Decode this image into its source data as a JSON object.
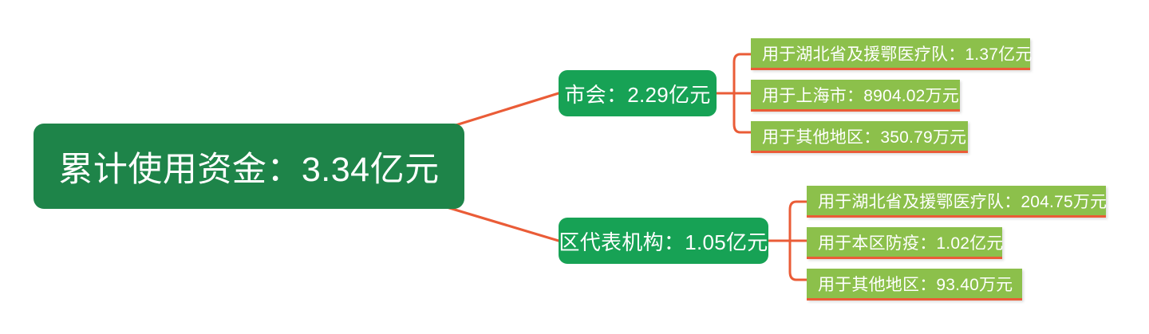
{
  "diagram": {
    "type": "mind-map",
    "title": "累计使用资金：3.34亿元",
    "colors": {
      "root_fill": "#1e8449",
      "branch_fill": "#17a255",
      "leaf_fill": "#8cc04b",
      "connector": "#ea5c37",
      "leaf_underline": "#ea5c37",
      "text_on_fill": "#ffffff",
      "background": "#ffffff"
    },
    "root": {
      "label": "累计使用资金：3.34亿元",
      "total_value": "3.34亿元"
    },
    "branches": [
      {
        "id": "branch-shihui",
        "label": "市会：2.29亿元",
        "value": "2.29亿元",
        "children": [
          {
            "id": "leaf-a1",
            "label": "用于湖北省及援鄂医疗队：1.37亿元",
            "value": "1.37亿元"
          },
          {
            "id": "leaf-a2",
            "label": "用于上海市：8904.02万元",
            "value": "8904.02万元"
          },
          {
            "id": "leaf-a3",
            "label": "用于其他地区：350.79万元",
            "value": "350.79万元"
          }
        ]
      },
      {
        "id": "branch-qudaibiao",
        "label": "区代表机构：1.05亿元",
        "value": "1.05亿元",
        "children": [
          {
            "id": "leaf-b1",
            "label": "用于湖北省及援鄂医疗队：204.75万元",
            "value": "204.75万元"
          },
          {
            "id": "leaf-b2",
            "label": "用于本区防疫：1.02亿元",
            "value": "1.02亿元"
          },
          {
            "id": "leaf-b3",
            "label": "用于其他地区：93.40万元",
            "value": "93.40万元"
          }
        ]
      }
    ]
  }
}
